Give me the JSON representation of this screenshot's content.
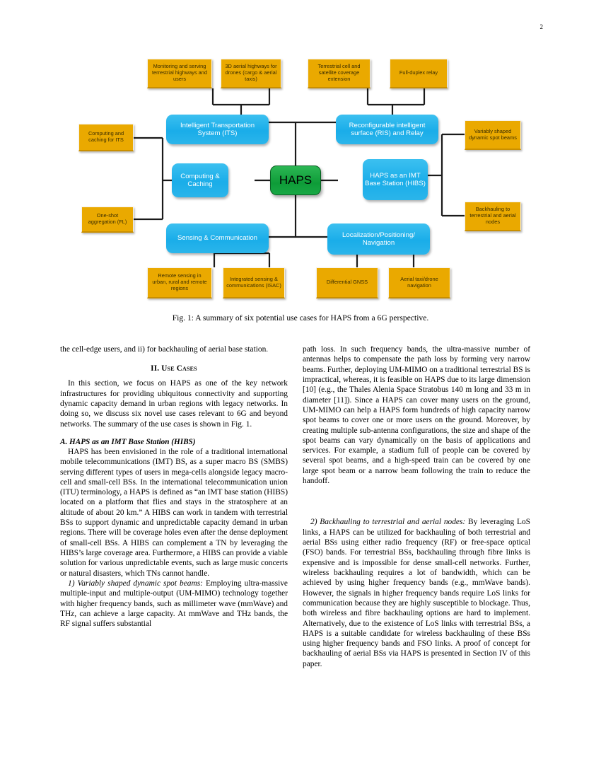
{
  "page": {
    "number": "2"
  },
  "figure": {
    "caption": "Fig. 1: A summary of six potential use cases for HAPS from a 6G perspective.",
    "core": {
      "label": "HAPS"
    },
    "branches": [
      {
        "id": "its",
        "label": "Intelligent Transportation System (ITS)"
      },
      {
        "id": "ris",
        "label": "Reconfigurable intelligent surface (RIS) and Relay"
      },
      {
        "id": "comp",
        "label": "Computing & Caching"
      },
      {
        "id": "hibs",
        "label": "HAPS as an IMT Base Station (HIBS)"
      },
      {
        "id": "sense",
        "label": "Sensing & Communication"
      },
      {
        "id": "loc",
        "label": "Localization/Positioning/ Navigation"
      }
    ],
    "leaves": [
      {
        "id": "l1",
        "label": "Monitoring and serving terrestrial highways and users"
      },
      {
        "id": "l2",
        "label": "3D aerial highways for drones (cargo & aerial taxis)"
      },
      {
        "id": "l3",
        "label": "Terrestrial cell and satellite coverage extension"
      },
      {
        "id": "l4",
        "label": "Full-duplex relay"
      },
      {
        "id": "l5",
        "label": "Computing and caching for ITS"
      },
      {
        "id": "l6",
        "label": "One-shot aggregation (FL)"
      },
      {
        "id": "l7",
        "label": "Variably shaped dynamic spot beams"
      },
      {
        "id": "l8",
        "label": "Backhauling to terrestrial and aerial nodes"
      },
      {
        "id": "l9",
        "label": "Remote sensing in urban, rural and remote regions"
      },
      {
        "id": "l10",
        "label": "Integrated sensing & communications (ISAC)"
      },
      {
        "id": "l11",
        "label": "Differential GNSS"
      },
      {
        "id": "l12",
        "label": "Aerial taxi/drone navigation"
      }
    ],
    "colors": {
      "core": "#14a33f",
      "branch": "#29b6ec",
      "leaf": "#eaa900",
      "connector": "#1a1a1a"
    }
  },
  "left_column": {
    "para_continued": "the cell-edge users, and ii) for backhauling of aerial base station.",
    "section_heading": "II.  Use Cases",
    "para_usecases": "In this section, we focus on HAPS as one of the key network infrastructures for providing ubiquitous connectivity and supporting dynamic capacity demand in urban regions with legacy networks. In doing so, we discuss six novel use cases relevant to 6G and beyond networks. The summary of the use cases is shown in Fig. 1.",
    "subsection_a": "A.  HAPS as an IMT Base Station (HIBS)",
    "para_hibs": "HAPS has been envisioned in the role of a traditional international mobile telecommunications (IMT) BS, as a super macro BS (SMBS) serving different types of users in mega-cells alongside legacy macro-cell and small-cell BSs. In the international telecommunication union (ITU) terminology, a HAPS is defined as “an IMT base station (HIBS) located on a platform that flies and stays in the stratosphere at an altitude of about 20 km.” A HIBS can work in tandem with terrestrial BSs to support dynamic and unpredictable capacity demand in urban regions. There will be coverage holes even after the dense deployment of small-cell BSs. A HIBS can complement a TN by leveraging the HIBS’s large coverage area. Furthermore, a HIBS can provide a viable solution for various unpredictable events, such as large music concerts or natural disasters, which TNs cannot handle.",
    "para_spotbeams_runin": "1) Variably shaped dynamic spot beams:",
    "para_spotbeams": " Employing ultra-massive multiple-input and multiple-output (UM-MIMO) technology together with higher frequency bands, such as millimeter wave (mmWave) and THz, can achieve a large capacity. At mmWave and THz bands, the RF signal suffers substantial"
  },
  "right_column": {
    "para_spotbeams_cont": "path loss. In such frequency bands, the ultra-massive number of antennas helps to compensate the path loss by forming very narrow beams. Further, deploying UM-MIMO on a traditional terrestrial BS is impractical, whereas, it is feasible on HAPS due to its large dimension [10] (e.g., the Thales Alenia Space Stratobus 140 m long and 33 m in diameter [11]). Since a HAPS can cover many users on the ground, UM-MIMO can help a HAPS form hundreds of high capacity narrow spot beams to cover one or more users on the ground. Moreover, by creating multiple sub-antenna configurations, the size and shape of the spot beams can vary dynamically on the basis of applications and services. For example, a stadium full of people can be covered by several spot beams, and a high-speed train can be covered by one large spot beam or a narrow beam following the train to reduce the handoff.",
    "para_backhaul_runin": "2) Backhauling to terrestrial and aerial nodes:",
    "para_backhaul": " By leveraging LoS links, a HAPS can be utilized for backhauling of both terrestrial and aerial BSs using either radio frequency (RF) or free-space optical (FSO) bands. For terrestrial BSs, backhauling through fibre links is expensive and is impossible for dense small-cell networks. Further, wireless backhauling requires a lot of bandwidth, which can be achieved by using higher frequency bands (e.g., mmWave bands). However, the signals in higher frequency bands require LoS links for communication because they are highly susceptible to blockage. Thus, both wireless and fibre backhauling options are hard to implement. Alternatively, due to the existence of LoS links with terrestrial BSs, a HAPS is a suitable candidate for wireless backhauling of these BSs using higher frequency bands and FSO links. A proof of concept for backhauling of aerial BSs via HAPS is presented in Section IV of this paper."
  }
}
